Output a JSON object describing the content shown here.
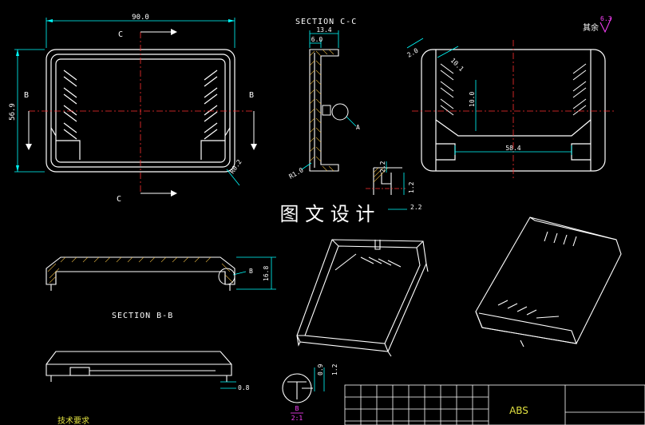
{
  "colors": {
    "background": "#000000",
    "outline": "#ffffff",
    "dimension": "#00ffff",
    "centerline": "#ff3030",
    "hatch": "#e0b040",
    "text": "#ffffff",
    "roughness": "#ff40ff"
  },
  "watermark": "图 文 设 计",
  "top_view": {
    "width_dim": "90.0",
    "height_dim": "56.9",
    "corner_dim": "R0.2",
    "section_letter_top": "C",
    "section_letter_bottom": "C",
    "section_letter_left": "B",
    "section_letter_right": "B"
  },
  "section_cc": {
    "title": "SECTION C-C",
    "dim_width": "13.4",
    "dim_inner": "6.0",
    "dim_radius": "R1.0",
    "detail_label": "A"
  },
  "right_view": {
    "dim_chamfer": "2.0",
    "dim_slot": "10.1",
    "dim_slot_height": "10.0",
    "dim_span": "58.4"
  },
  "roughness": {
    "label": "其余",
    "value": "6.3"
  },
  "detail_a": {
    "dim_1": "2.2",
    "dim_2": "1.2",
    "dim_3": "2.2"
  },
  "section_bb": {
    "title": "SECTION B-B",
    "dim_height": "16.8",
    "detail_label": "B"
  },
  "front_view": {
    "dim_thickness": "0.8"
  },
  "detail_b": {
    "label": "B",
    "scale": "2:1",
    "dim_1": "0.9",
    "dim_2": "1.2"
  },
  "bottom_note": "技术要求",
  "title_block": {
    "material": "ABS"
  }
}
